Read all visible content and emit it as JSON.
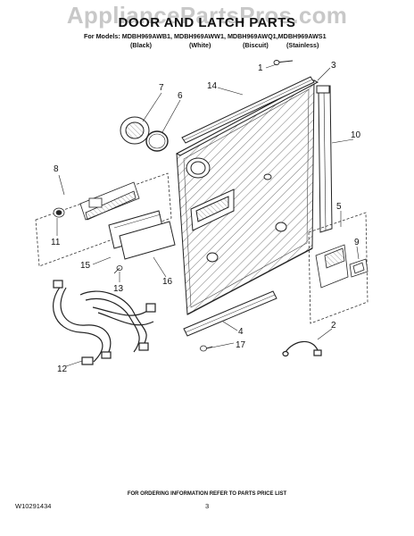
{
  "watermark": "AppliancePartsPros.com",
  "title": "DOOR AND LATCH PARTS",
  "models_line": "For Models: MDBH969AWB1, MDBH969AWW1, MDBH969AWQ1,MDBH969AWS1",
  "variants": [
    "(Black)",
    "(White)",
    "(Biscuit)",
    "(Stainless)"
  ],
  "callouts": [
    "1",
    "2",
    "3",
    "4",
    "5",
    "6",
    "7",
    "8",
    "9",
    "10",
    "11",
    "12",
    "13",
    "14",
    "15",
    "16",
    "17"
  ],
  "footer_note": "FOR ORDERING INFORMATION REFER TO PARTS PRICE LIST",
  "doc_id": "W10291434",
  "page_number": "3"
}
